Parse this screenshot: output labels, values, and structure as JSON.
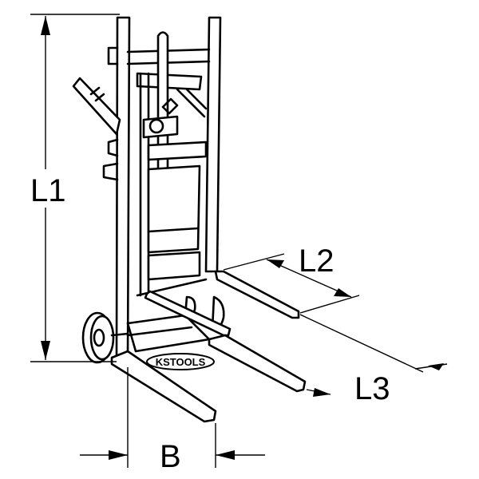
{
  "dimensions": {
    "height_label": "L1",
    "fork_gap_label": "L2",
    "fork_length_label": "L3",
    "width_label": "B"
  },
  "logo": {
    "text": "KSTOOLS"
  },
  "colors": {
    "line": "#000000",
    "background": "#ffffff"
  }
}
